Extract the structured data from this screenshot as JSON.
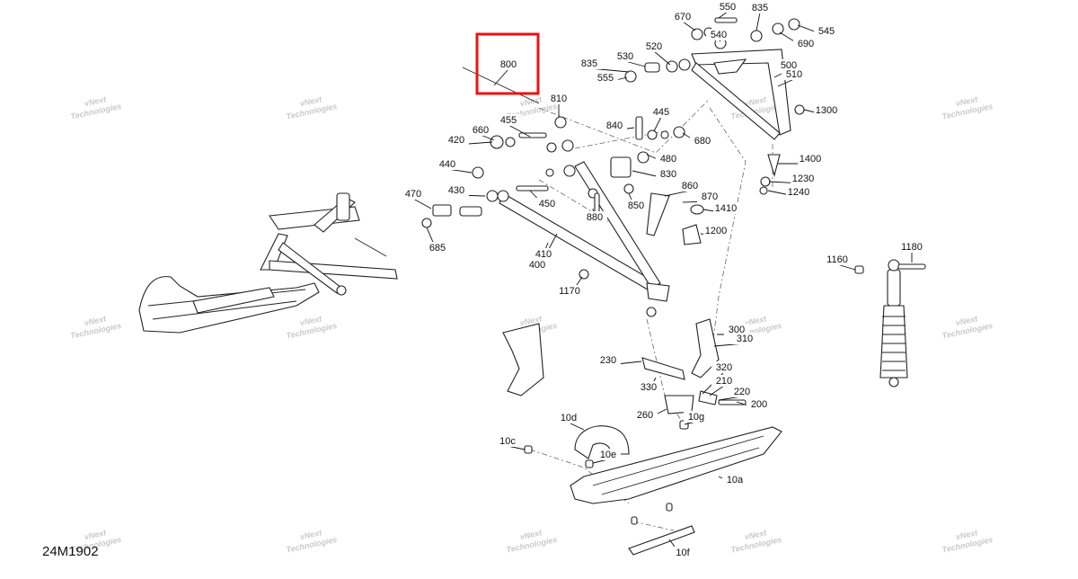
{
  "diagram": {
    "code": "24M1902",
    "highlight_label": "800",
    "watermark": {
      "line1": "vNext",
      "line2": "Technologies"
    },
    "labels": [
      "800",
      "810",
      "455",
      "660",
      "420",
      "440",
      "430",
      "470",
      "685",
      "450",
      "410",
      "400",
      "1170",
      "835",
      "555",
      "530",
      "520",
      "540",
      "670",
      "550",
      "835",
      "545",
      "690",
      "500",
      "510",
      "1300",
      "840",
      "445",
      "680",
      "480",
      "830",
      "860",
      "870",
      "1410",
      "880",
      "850",
      "1200",
      "1400",
      "1230",
      "1240",
      "1160",
      "1180",
      "300",
      "310",
      "230",
      "330",
      "320",
      "210",
      "220",
      "200",
      "260",
      "10g",
      "10d",
      "10c",
      "10e",
      "10a",
      "10f"
    ]
  }
}
